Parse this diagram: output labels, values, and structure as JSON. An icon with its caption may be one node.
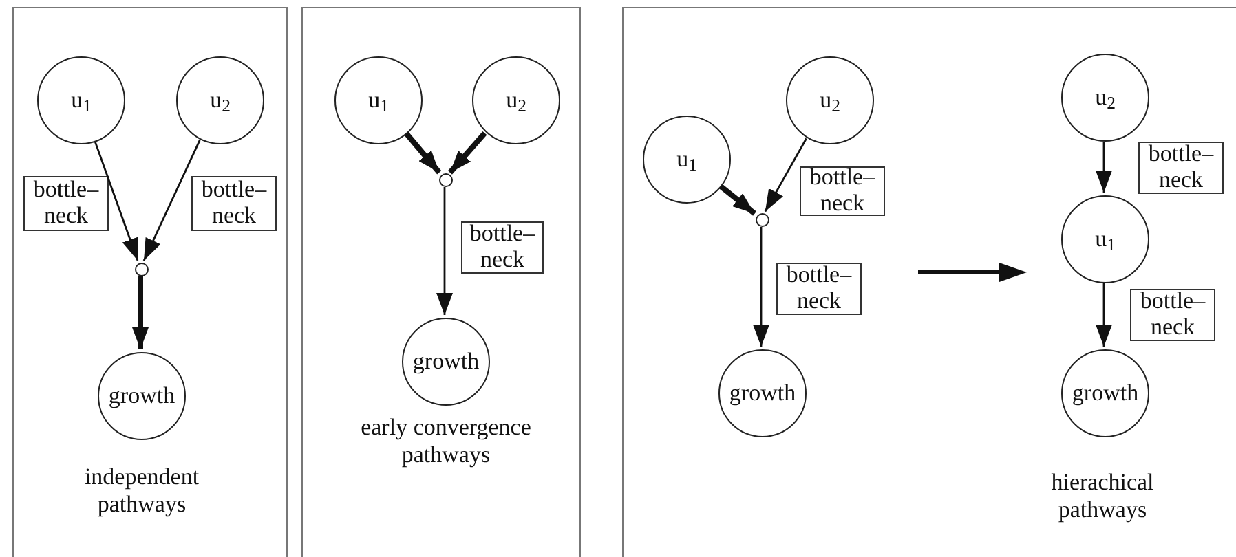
{
  "diagram": {
    "nodes": [
      {
        "text": [
          "independent pathways"
        ]
      },
      {
        "text": [
          "u$_{1}$"
        ],
        "in": 0
      },
      {
        "text": [
          "u$_{2}$"
        ],
        "in": 0
      },
      {
        "text": [
          "bottle–neck"
        ],
        "in": 0
      },
      {
        "text": [
          "bottle–neck"
        ],
        "in": 0
      },
      {
        "text": [],
        "shape": "circle",
        "in": 0
      },
      {
        "text": [
          "growth"
        ],
        "in": 0
      },
      {
        "text": [
          "early convergence pathways"
        ]
      },
      {
        "text": [
          "u$_{1}$"
        ],
        "in": 7
      },
      {
        "text": [
          "u$_{2}$"
        ],
        "in": 7
      },
      {
        "text": [],
        "shape": "circle",
        "in": 7
      },
      {
        "text": [
          "bottle–neck"
        ],
        "in": 7
      },
      {
        "text": [
          "growth"
        ],
        "in": 7
      },
      {
        "text": [
          "hierachical pathways"
        ]
      },
      {
        "text": [
          "u$_{1}$"
        ],
        "in": 13
      },
      {
        "text": [
          "u$_{2}$"
        ],
        "in": 13
      },
      {
        "text": [
          "bottle–neck"
        ],
        "in": 13
      },
      {
        "text": [],
        "shape": "circle",
        "in": 13
      },
      {
        "text": [
          "bottle–neck"
        ],
        "in": 13
      },
      {
        "text": [
          "growth"
        ],
        "in": 13
      },
      {
        "text": [
          "u$_{2}$"
        ],
        "in": 13
      },
      {
        "text": [
          "bottle–neck"
        ],
        "in": 13
      },
      {
        "text": [
          "u$_{1}$"
        ],
        "in": 13
      },
      {
        "text": [
          "bottle–neck"
        ],
        "in": 13
      },
      {
        "text": [
          "growth"
        ],
        "in": 13
      }
    ],
    "edges": [
      {
        "from": 1,
        "to": 5,
        "arrow": "to"
      },
      {
        "from": 2,
        "to": 5,
        "arrow": "to"
      },
      {
        "from": 5,
        "to": 6,
        "arrow": "to",
        "style": "thick"
      },
      {
        "from": 8,
        "to": 10,
        "arrow": "to",
        "style": "thick"
      },
      {
        "from": 9,
        "to": 10,
        "arrow": "to",
        "style": "thick"
      },
      {
        "from": 10,
        "to": 12,
        "arrow": "to"
      },
      {
        "from": 14,
        "to": 17,
        "arrow": "to",
        "style": "thick"
      },
      {
        "from": 15,
        "to": 17,
        "arrow": "to"
      },
      {
        "from": 17,
        "to": 19,
        "arrow": "to"
      },
      {
        "from": 20,
        "to": 22,
        "arrow": "to"
      },
      {
        "from": 22,
        "to": 24,
        "arrow": "to"
      }
    ]
  }
}
